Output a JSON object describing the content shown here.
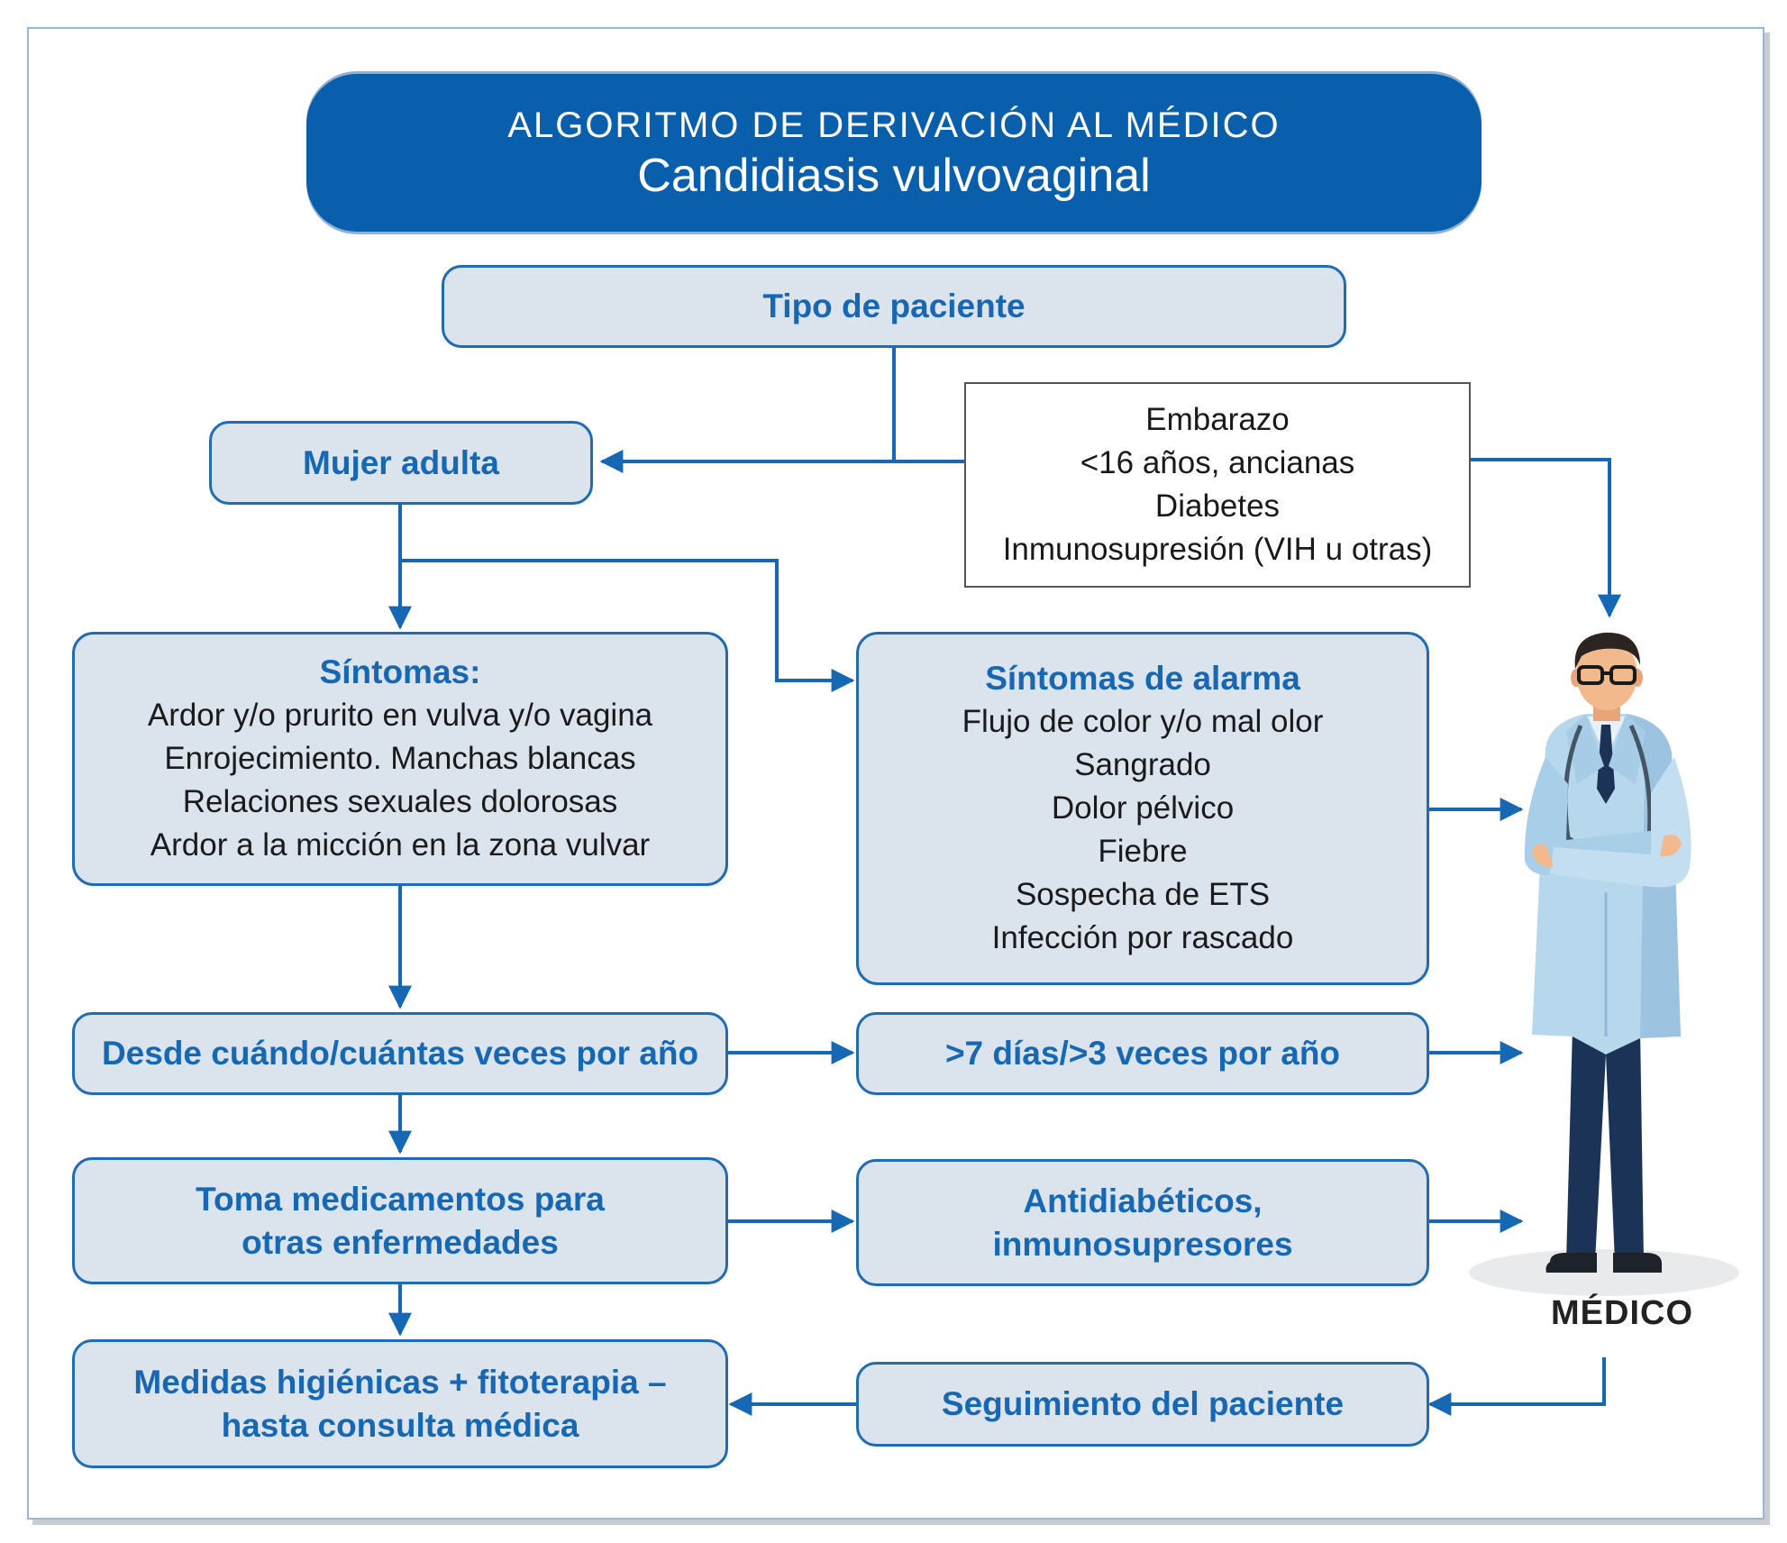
{
  "header": {
    "supertitle": "ALGORITMO DE DERIVACIÓN AL MÉDICO",
    "title": "Candidiasis vulvovaginal"
  },
  "nodes": {
    "patient_type": "Tipo de paciente",
    "adult_woman": "Mujer adulta",
    "risk_factors": [
      "Embarazo",
      "<16 años, ancianas",
      "Diabetes",
      "Inmunosupresión (VIH u otras)"
    ],
    "symptoms": {
      "title": "Síntomas:",
      "items": [
        "Ardor y/o prurito en vulva y/o vagina",
        "Enrojecimiento. Manchas blancas",
        "Relaciones sexuales dolorosas",
        "Ardor a la micción en la zona vulvar"
      ]
    },
    "alarm_symptoms": {
      "title": "Síntomas de alarma",
      "items": [
        "Flujo de color y/o mal olor",
        "Sangrado",
        "Dolor pélvico",
        "Fiebre",
        "Sospecha de ETS",
        "Infección por rascado"
      ]
    },
    "duration_question": "Desde cuándo/cuántas veces por año",
    "duration_threshold": ">7 días/>3 veces por año",
    "medication_question": [
      "Toma medicamentos para",
      "otras enfermedades"
    ],
    "medication_list": [
      "Antidiabéticos,",
      "inmunosupresores"
    ],
    "measures": [
      "Medidas higiénicas + fitoterapia –",
      "hasta consulta médica"
    ],
    "follow_up": "Seguimiento del paciente"
  },
  "doctor": {
    "label": "MÉDICO"
  },
  "colors": {
    "accent": "#1768b4",
    "header_bg": "#0a5fad",
    "node_bg": "#dbe3ed",
    "node_border": "#1f6cb5"
  }
}
